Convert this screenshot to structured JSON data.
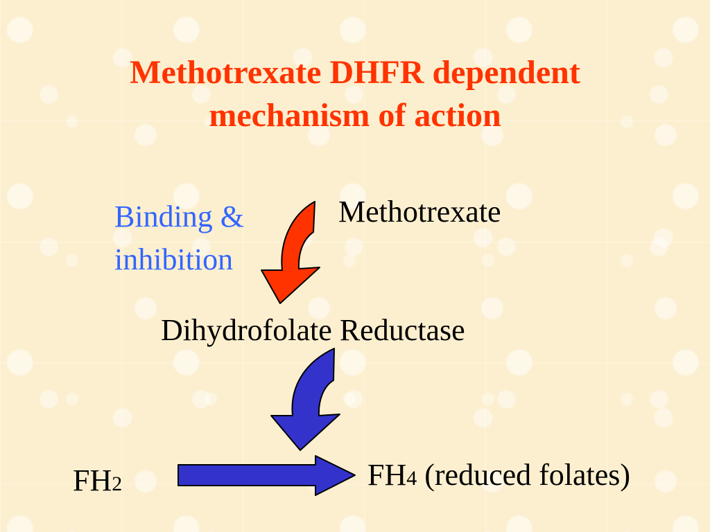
{
  "title": {
    "line1": "Methotrexate DHFR dependent",
    "line2": "mechanism of action"
  },
  "labels": {
    "binding_line1": "Binding &",
    "binding_line2": "inhibition",
    "methotrexate": "Methotrexate",
    "dhfr": "Dihydrofolate Reductase",
    "fh2_main": "FH",
    "fh2_sub": "2",
    "fh4_main": "FH",
    "fh4_sub": "4",
    "fh4_rest": " (reduced folates)"
  },
  "colors": {
    "title": "#ff3300",
    "binding_text": "#3366ff",
    "inhibition_arrow": "#ff3300",
    "reaction_arrow": "#3333cc",
    "background": "#fcefcf"
  }
}
